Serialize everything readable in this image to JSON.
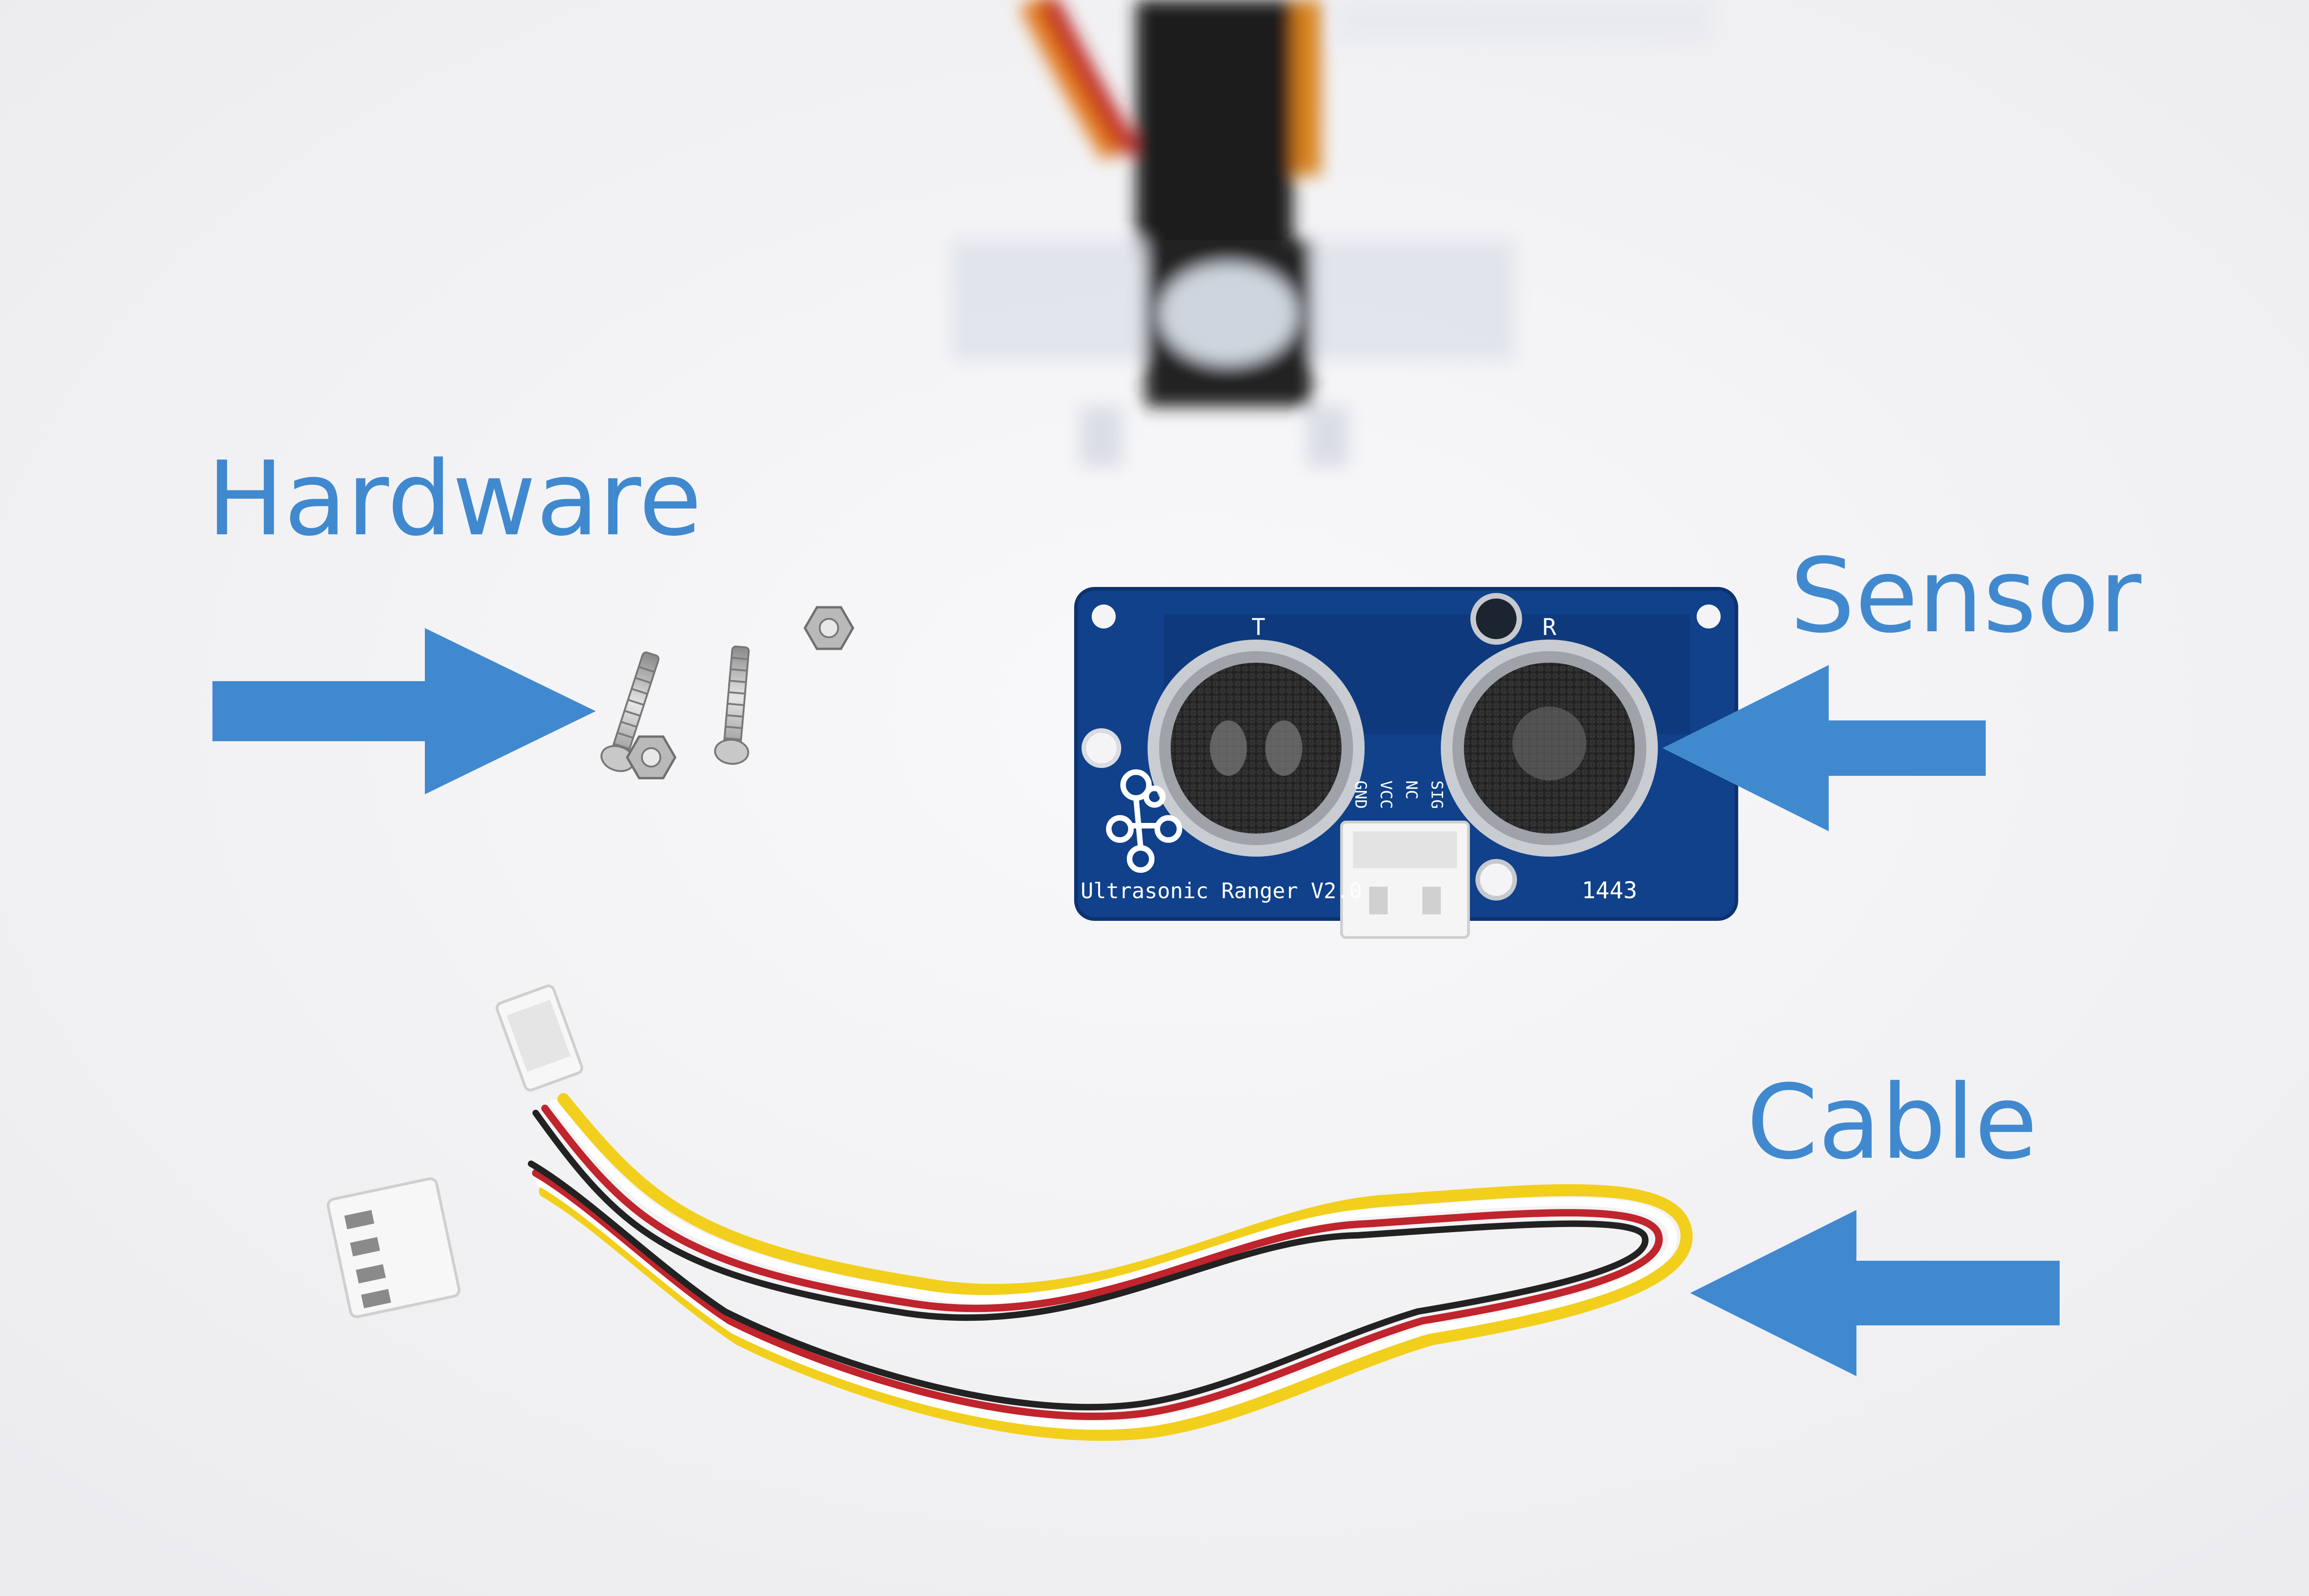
{
  "labels": {
    "hardware": "Hardware",
    "sensor": "Sensor",
    "cable": "Cable"
  },
  "board": {
    "name": "Ultrasonic Ranger V2.0",
    "transmitter_mark": "T",
    "receiver_mark": "R",
    "pins": [
      "GND",
      "VCC",
      "NC",
      "SIG"
    ],
    "date_code": "1443"
  },
  "colors": {
    "annotation": "#4189cf",
    "background": "#f4f4f6",
    "pcb": "#10418a",
    "wire_yellow": "#f2cf1c",
    "wire_red": "#c0242c",
    "wire_black": "#222222"
  },
  "icons": {
    "arrow_hardware": "arrow-right-icon",
    "arrow_sensor": "arrow-left-icon",
    "arrow_cable": "arrow-left-icon",
    "board_logo": "grove-logo-icon"
  }
}
